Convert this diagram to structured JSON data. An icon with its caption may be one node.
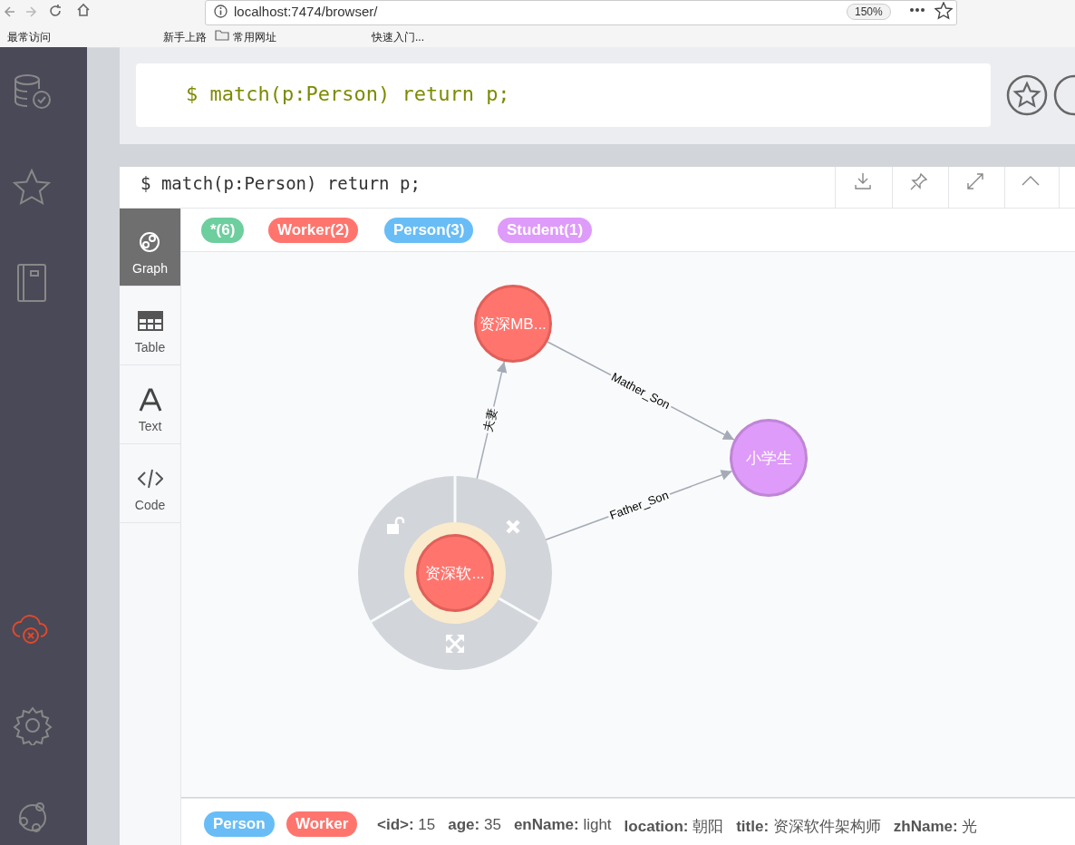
{
  "diagram": {
    "nodes": [
      {
        "text": [
          "资深MB..."
        ]
      },
      {
        "text": [
          "小学生"
        ]
      },
      {
        "text": [
          "资深软..."
        ]
      }
    ],
    "edges": [
      {
        "from": 2,
        "to": 0,
        "arrow": "to",
        "label": "夫妻"
      },
      {
        "from": 0,
        "to": 1,
        "arrow": "to",
        "label": "Mather_Son"
      },
      {
        "from": 2,
        "to": 1,
        "arrow": "to",
        "label": "Father_Son"
      }
    ],
    "labels": [
      "localhost:7474/browser/",
      "150%",
      "最常访问",
      "新手上路",
      "常用网址",
      "快速入门...",
      "$ match(p:Person) return p;",
      "$ match(p:Person) return p;",
      "*(6)",
      "Worker(2)",
      "Person(3)",
      "Student(1)",
      "Graph",
      "Table",
      "Text",
      "Code",
      "Person",
      "Worker",
      "**<id>:** 15",
      "**age:** 35",
      "**enName:** light",
      "**location:** 朝阳",
      "**title:** 资深软件架构师",
      "**zhName:** 光"
    ]
  }
}
